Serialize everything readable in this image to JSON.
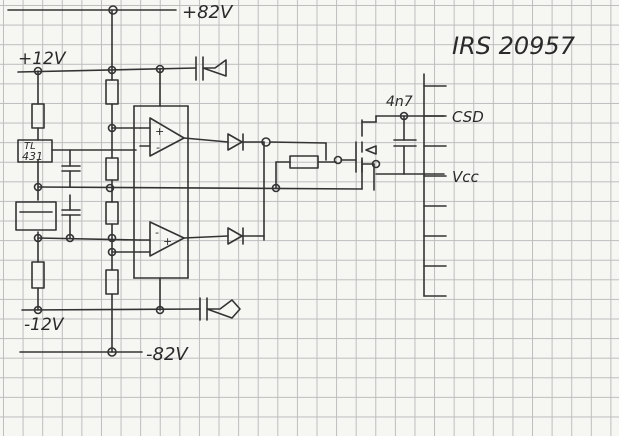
{
  "labels": {
    "plus82": "+82V",
    "plus12": "+12V",
    "minus12": "-12V",
    "minus82": "-82V",
    "ic_name": "IRS 20957",
    "csd": "CSD",
    "vcc": "Vcc",
    "cap": "4n7",
    "tl_top": "TL",
    "tl_bottom": "431",
    "plus_sign": "+",
    "minus_sign": "-"
  },
  "colors": {
    "ink": "#333333",
    "grid": "#bdbdbd",
    "paper": "#f6f6f3"
  }
}
